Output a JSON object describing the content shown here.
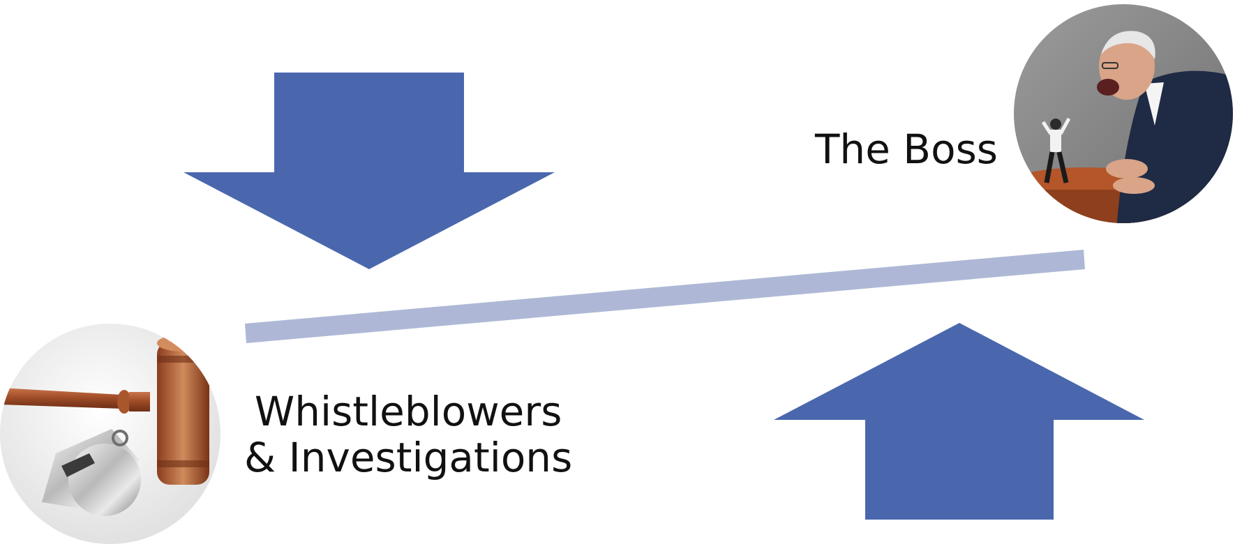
{
  "colors": {
    "arrow": "#4A67AE",
    "beam": "#AEB8D6",
    "text": "#111111",
    "background": "#FFFFFF"
  },
  "labels": {
    "boss": "The Boss",
    "whistleblowers_line1": "Whistleblowers",
    "whistleblowers_line2": "& Investigations"
  },
  "icons": {
    "boss_image": "angry-boss-photo",
    "whistleblower_image": "gavel-and-whistle-photo"
  }
}
